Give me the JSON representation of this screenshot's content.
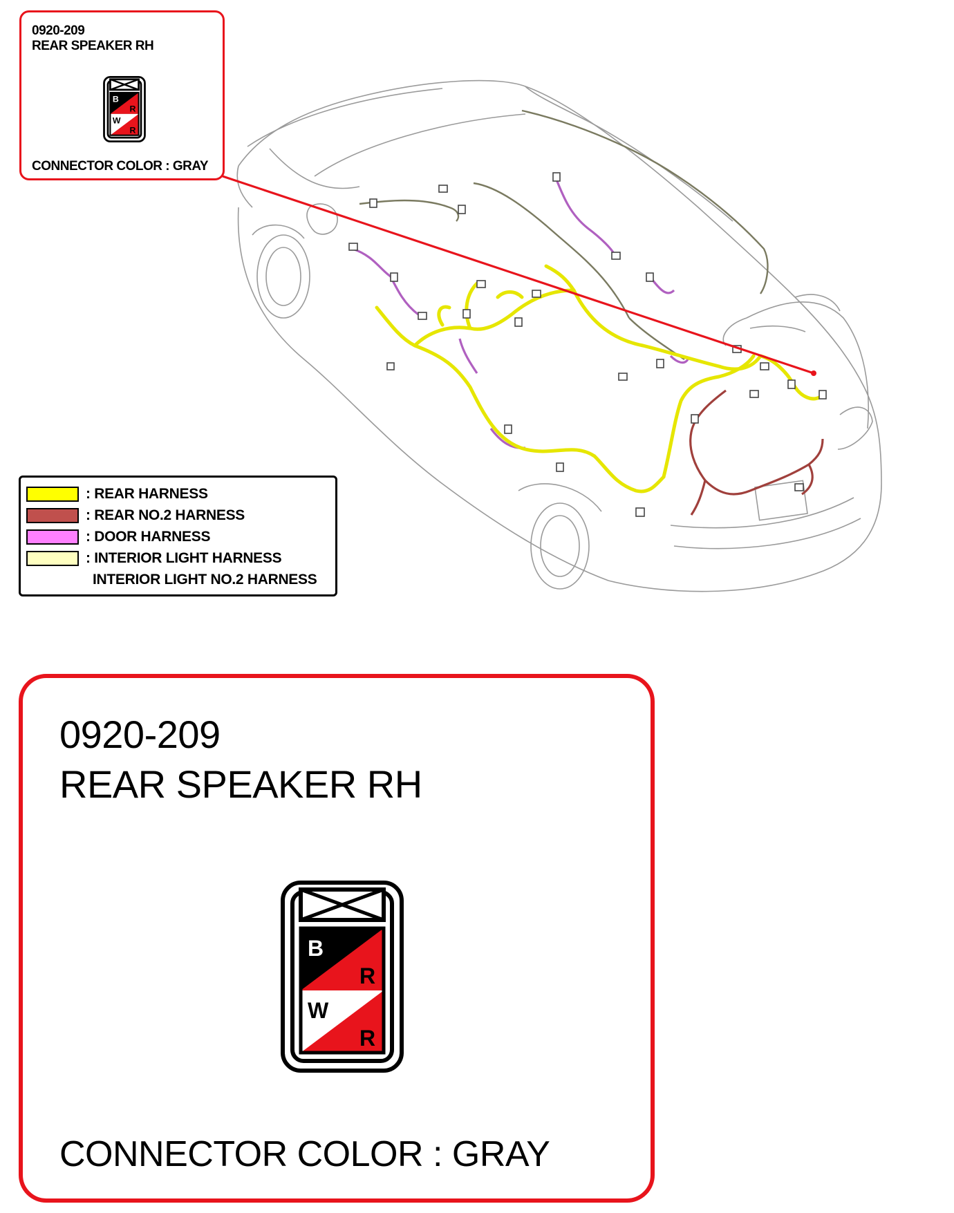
{
  "connector": {
    "code": "0920-209",
    "name": "REAR SPEAKER RH",
    "color_text": "CONNECTOR COLOR : GRAY",
    "pins": [
      {
        "left": "B",
        "right": "R"
      },
      {
        "left": "W",
        "right": "R"
      }
    ]
  },
  "legend": {
    "items": [
      {
        "label": ": REAR HARNESS",
        "color": "#ffff00"
      },
      {
        "label": ": REAR NO.2 HARNESS",
        "color": "#c0504d"
      },
      {
        "label": ": DOOR HARNESS",
        "color": "#ff80ff"
      },
      {
        "label": ": INTERIOR LIGHT HARNESS",
        "color": "#ffffc0"
      }
    ],
    "extra_label": "INTERIOR LIGHT NO.2 HARNESS"
  },
  "colors": {
    "accent_red": "#e8141c",
    "rear_harness": "#e6e600",
    "rear_no2_harness": "#a0403c",
    "door_harness": "#b060c0",
    "interior_light_harness": "#8c8c6a"
  }
}
